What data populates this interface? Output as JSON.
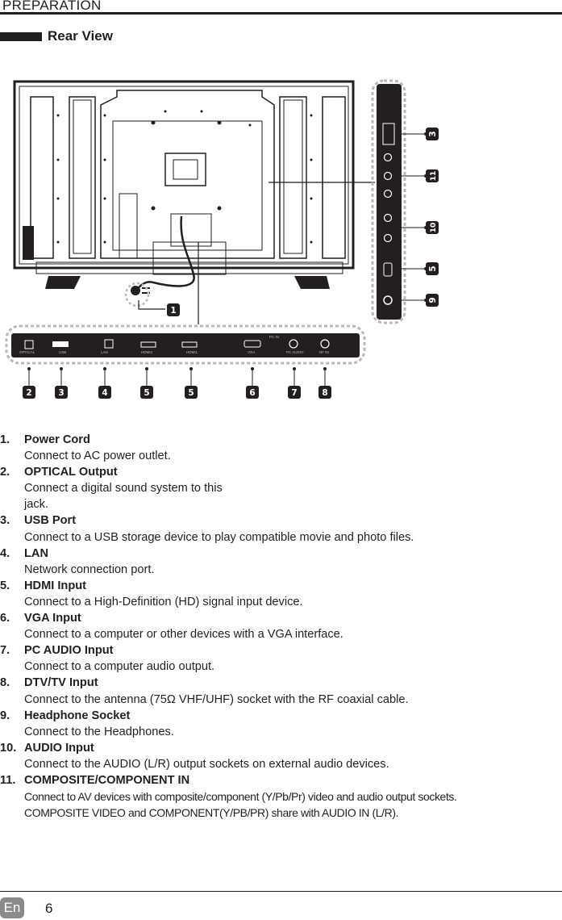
{
  "header": {
    "section": "PREPARATION"
  },
  "section": {
    "title": "Rear View"
  },
  "diagram": {
    "callouts": [
      "1",
      "2",
      "3",
      "4",
      "5",
      "5",
      "6",
      "7",
      "8",
      "3",
      "11",
      "10",
      "5",
      "9"
    ],
    "bottom_port_labels": [
      "OPTICAL",
      "USB",
      "LAN",
      "HDMI2",
      "HDMI1",
      "VGA",
      "PC IN",
      "PC AUDIO",
      "RF IN"
    ]
  },
  "items": [
    {
      "num": "1.",
      "name": "Power Cord",
      "desc": [
        "Connect to AC power outlet."
      ]
    },
    {
      "num": "2.",
      "name": "OPTICAL Output",
      "desc": [
        "Connect a digital sound system to this",
        "jack."
      ]
    },
    {
      "num": "3.",
      "name": "USB Port",
      "desc": [
        "Connect to a USB storage device to play compatible movie and photo files."
      ]
    },
    {
      "num": "4.",
      "name": "LAN",
      "desc": [
        "Network connection port."
      ]
    },
    {
      "num": "5.",
      "name": "HDMI Input",
      "desc": [
        "Connect to a High-Definition (HD) signal input device."
      ]
    },
    {
      "num": "6.",
      "name": "VGA Input",
      "desc": [
        "Connect to a computer or other devices with a VGA interface."
      ]
    },
    {
      "num": "7.",
      "name": "PC AUDIO Input",
      "desc": [
        "Connect to a computer audio output."
      ]
    },
    {
      "num": "8.",
      "name": "DTV/TV Input",
      "desc": [
        "Connect to the antenna (75Ω VHF/UHF) socket with the RF coaxial cable."
      ]
    },
    {
      "num": "9.",
      "name": "Headphone Socket",
      "desc": [
        "Connect to the Headphones."
      ]
    },
    {
      "num": "10.",
      "name": "AUDIO Input",
      "desc": [
        "Connect to the AUDIO (L/R) output sockets on external audio devices."
      ]
    },
    {
      "num": "11.",
      "name": "COMPOSITE/COMPONENT IN",
      "desc": [
        "Connect to AV devices with composite/component (Y/Pb/Pr) video and audio output sockets.",
        "COMPOSITE VIDEO and COMPONENT(Y/PB/PR) share with  AUDIO IN (L/R)."
      ]
    }
  ],
  "footer": {
    "lang": "En",
    "page": "6"
  }
}
